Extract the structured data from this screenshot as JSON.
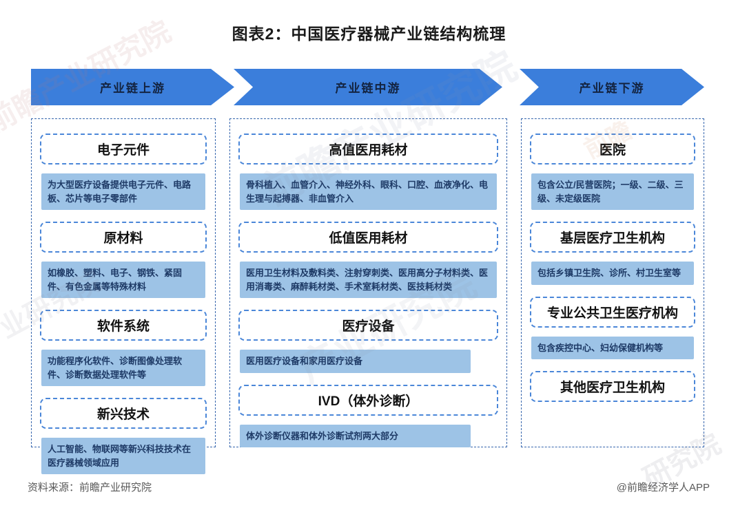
{
  "title": "图表2：中国医疗器械产业链结构梳理",
  "colors": {
    "arrow": "#3b7edb",
    "arrow_text": "#13233f",
    "box_fill": "#9dc3e6",
    "desc_text": "#1e3a66",
    "title_border": "#4a86d8",
    "outer_border": "#3565ad",
    "heading_text": "#111111",
    "title_text": "#1a1a1a",
    "footer_text": "#595959"
  },
  "stages": [
    {
      "label": "产业链上游"
    },
    {
      "label": "产业链中游"
    },
    {
      "label": "产业链下游"
    }
  ],
  "columns": [
    {
      "name": "upstream",
      "groups": [
        {
          "heading": "电子元件",
          "desc": "为大型医疗设备提供电子元件、电路板、芯片等电子零部件"
        },
        {
          "heading": "原材料",
          "desc": "如橡胶、塑料、电子、钢铁、紧固件、有色金属等特殊材料"
        },
        {
          "heading": "软件系统",
          "desc": "功能程序化软件、诊断图像处理软件、诊断数据处理软件等"
        },
        {
          "heading": "新兴技术",
          "desc": "人工智能、物联网等新兴科技技术在医疗器械领域应用"
        }
      ]
    },
    {
      "name": "midstream",
      "groups": [
        {
          "heading": "高值医用耗材",
          "desc": "骨科植入、血管介入、神经外科、眼科、口腔、血液净化、电生理与起搏器、非血管介入"
        },
        {
          "heading": "低值医用耗材",
          "desc": "医用卫生材料及敷料类、注射穿刺类、医用高分子材料类、医用消毒类、麻醉耗材类、手术室耗材类、医技耗材类"
        },
        {
          "heading": "医疗设备",
          "desc": "医用医疗设备和家用医疗设备"
        },
        {
          "heading": "IVD（体外诊断）",
          "desc": "体外诊断仪器和体外诊断试剂两大部分"
        }
      ]
    },
    {
      "name": "downstream",
      "groups": [
        {
          "heading": "医院",
          "desc": "包含公立/民营医院；一级、二级、三级、未定级医院"
        },
        {
          "heading": "基层医疗卫生机构",
          "desc": "包括乡镇卫生院、诊所、村卫生室等"
        },
        {
          "heading": "专业公共卫生医疗机构",
          "desc": "包含疾控中心、妇幼保健机构等"
        },
        {
          "heading": "其他医疗卫生机构",
          "desc": null
        }
      ]
    }
  ],
  "footer": {
    "source": "资料来源：前瞻产业研究院",
    "credit": "@前瞻经济学人APP"
  },
  "watermarks": [
    "前瞻产业研究院",
    "前瞻产业研究院",
    "产业研究院",
    "前瞻",
    "研究院",
    "产业研究院"
  ]
}
